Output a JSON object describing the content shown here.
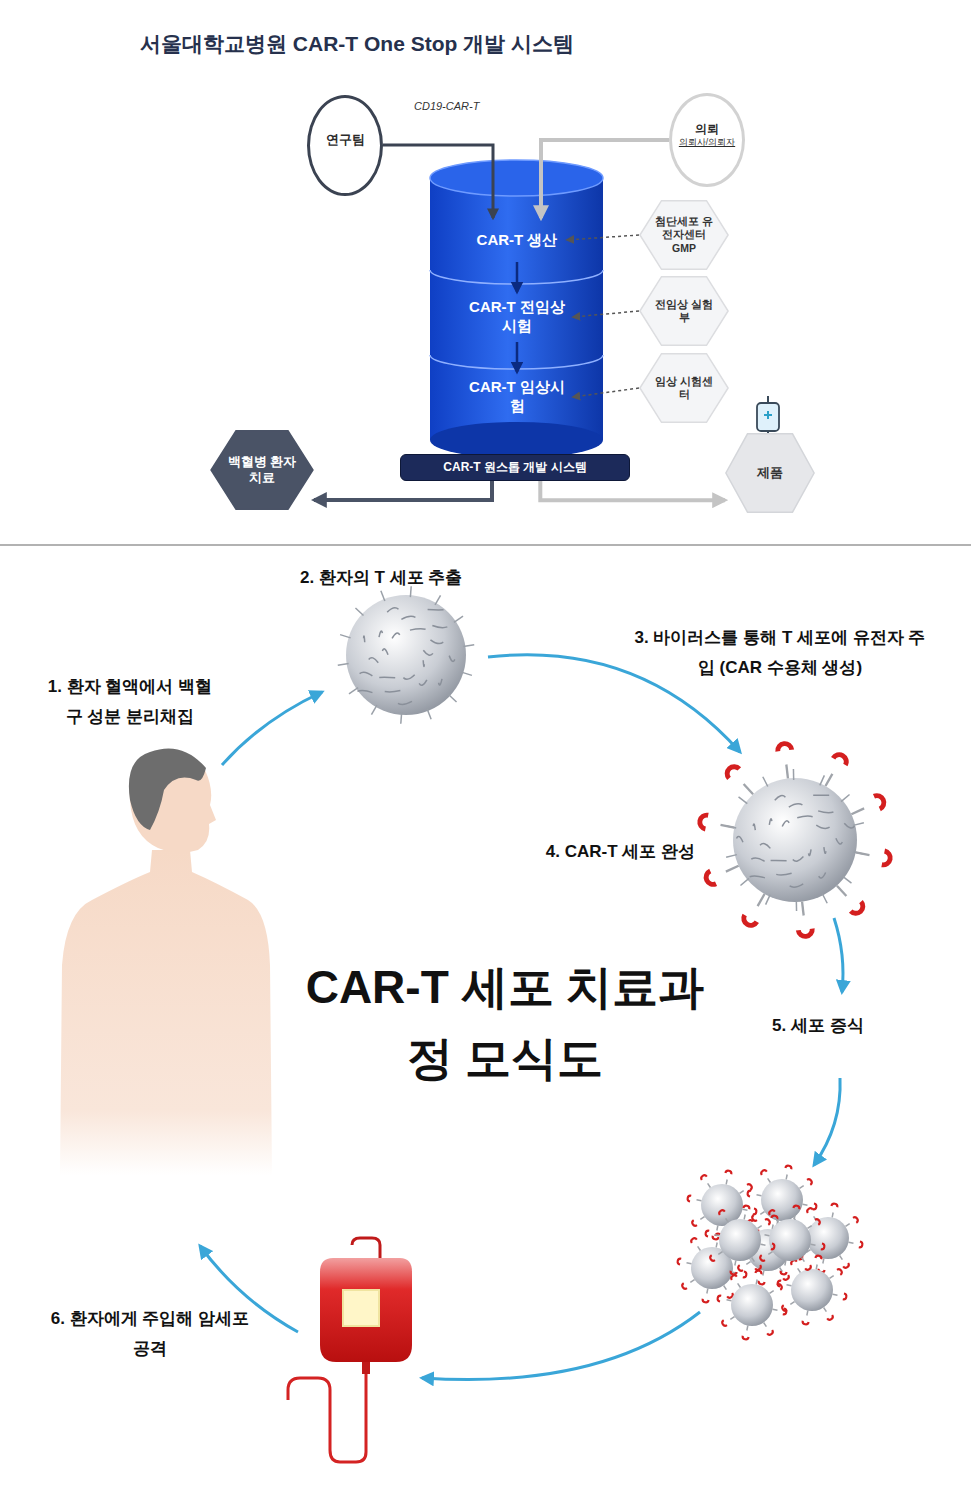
{
  "diagram": {
    "title": "서울대학교병원 CAR-T One Stop 개발 시스템",
    "nodes": [
      {
        "text": [
          "연구팀"
        ]
      },
      {
        "text": [
          "의뢰",
          "의뢰사/의뢰자"
        ]
      },
      {
        "text": [
          "CAR-T 생산"
        ]
      },
      {
        "text": [
          "첨단세포 유전자센터 GMP"
        ]
      },
      {
        "text": [
          "CAR-T 전임상시험"
        ]
      },
      {
        "text": [
          "전임상 실험부"
        ]
      },
      {
        "text": [
          "CAR-T 임상시험"
        ]
      },
      {
        "text": [
          "임상 시험센터"
        ]
      },
      {
        "text": [
          "CAR-T 원스톱 개발 시스템"
        ]
      },
      {
        "text": [
          "백혈병 환자 치료"
        ]
      },
      {
        "text": [
          "제품"
        ]
      }
    ],
    "edges": [
      {
        "from": 0,
        "to": 2,
        "label": "CD19-CAR-T",
        "arrow": "to"
      },
      {
        "from": 1,
        "to": 2,
        "arrow": "to"
      },
      {
        "from": 3,
        "to": 2,
        "arrow": "to"
      },
      {
        "from": 5,
        "to": 4,
        "arrow": "to"
      },
      {
        "from": 7,
        "to": 6,
        "arrow": "to"
      },
      {
        "from": 2,
        "to": 4,
        "arrow": "to"
      },
      {
        "from": 4,
        "to": 6,
        "arrow": "to"
      },
      {
        "from": 8,
        "to": 9,
        "arrow": "to"
      },
      {
        "from": 8,
        "to": 10,
        "arrow": "to"
      }
    ],
    "labels": [
      "1. 환자 혈액에서 백혈구 성분 분리채집",
      "2. 환자의 T 세포 추출",
      "3. 바이러스를 통해 T 세포에 유전자 주입 (CAR 수용체 생성)",
      "4. CAR-T 세포 완성",
      "5. 세포 증식",
      "6. 환자에게 주입해 암세포 공격",
      "CAR-T 세포 치료과정 모식도"
    ]
  }
}
